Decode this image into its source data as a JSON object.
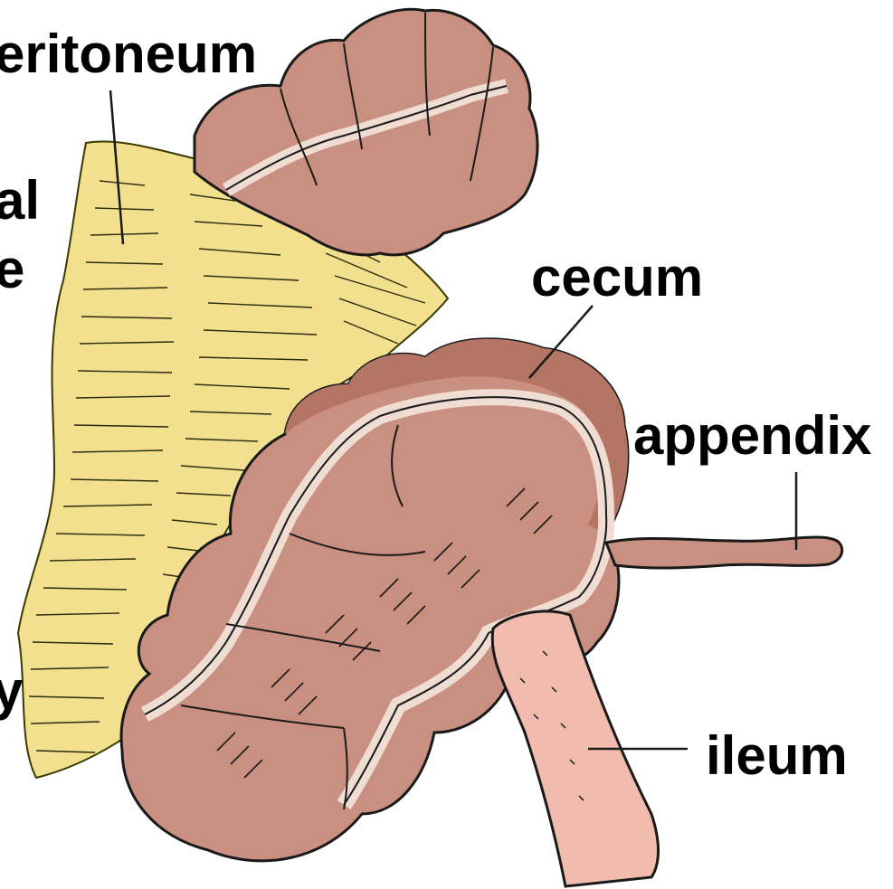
{
  "labels": {
    "peritoneum": "eritoneum",
    "mesentery_line1": "al",
    "mesentery_line2": "e",
    "cecum": "cecum",
    "appendix": "appendix",
    "edge_fragment": "y",
    "ileum": "ileum"
  },
  "colors": {
    "mesentery_fill": "#f3e08e",
    "colon_fill": "#c98f80",
    "colon_shadow": "#b57565",
    "taenia_fill": "#efdcd2",
    "ileum_fill": "#f1bcae",
    "outline": "#1a1a1a"
  }
}
